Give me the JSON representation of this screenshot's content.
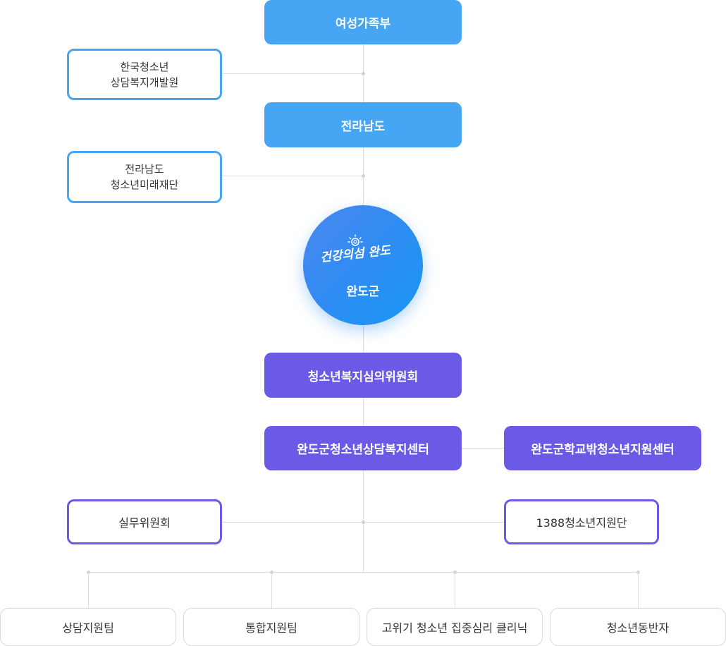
{
  "nodes": {
    "ministry": "여성가족부",
    "kyci": [
      "한국청소년",
      "상담복지개발원"
    ],
    "province": "전라남도",
    "foundation": [
      "전라남도",
      "청소년미래재단"
    ],
    "county_logo": "건강의섬 완도",
    "county": "완도군",
    "committee": "청소년복지심의위원회",
    "counseling_center": "완도군청소년상담복지센터",
    "dropout_center": "완도군학교밖청소년지원센터",
    "working_committee": "실무위원회",
    "support_group": "1388청소년지원단"
  },
  "teams": [
    "상담지원팀",
    "통합지원팀",
    "고위기 청소년 집중심리 클리닉",
    "청소년동반자"
  ],
  "colors": {
    "blue": "#46a6f3",
    "purple": "#6a5ae6",
    "circle": "#2f8cf2",
    "line": "#dedede",
    "team_border": "#d9d9d9"
  }
}
